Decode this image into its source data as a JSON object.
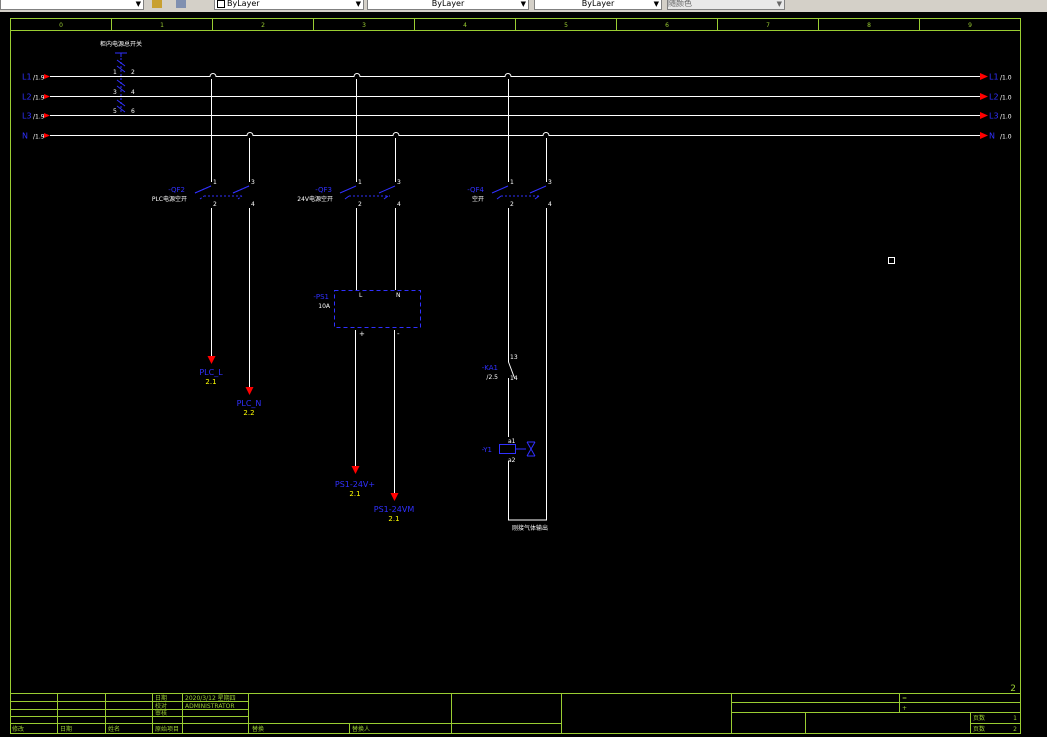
{
  "toolbar": {
    "layer1": "ByLayer",
    "layer2": "ByLayer",
    "layer3": "ByLayer",
    "color_combo": "随颜色"
  },
  "frame": {
    "columns": [
      "0",
      "1",
      "2",
      "3",
      "4",
      "5",
      "6",
      "7",
      "8",
      "9"
    ],
    "page_number": "2"
  },
  "buses": [
    {
      "label": "L1",
      "ref_left": "/1.9",
      "ref_right": "/1.0"
    },
    {
      "label": "L2",
      "ref_left": "/1.9",
      "ref_right": "/1.0"
    },
    {
      "label": "L3",
      "ref_left": "/1.9",
      "ref_right": "/1.0"
    },
    {
      "label": "N",
      "ref_left": "/1.9",
      "ref_right": "/1.0"
    }
  ],
  "main_switch": {
    "title": "柜内电源总开关",
    "pins": [
      "1",
      "2",
      "3",
      "4",
      "5",
      "6"
    ]
  },
  "breakers": [
    {
      "tag": "-QF2",
      "desc": "PLC电源空开",
      "pins": [
        "1",
        "2",
        "3",
        "4"
      ]
    },
    {
      "tag": "-QF3",
      "desc": "24V电源空开",
      "pins": [
        "1",
        "2",
        "3",
        "4"
      ]
    },
    {
      "tag": "-QF4",
      "desc": "空开",
      "pins": [
        "1",
        "2",
        "3",
        "4"
      ]
    }
  ],
  "psu": {
    "tag": "-PS1",
    "rating": "10A",
    "in_l": "L",
    "in_n": "N",
    "out_plus": "+",
    "out_minus": "-"
  },
  "outputs": [
    {
      "label": "PLC_L",
      "ref": "2.1"
    },
    {
      "label": "PLC_N",
      "ref": "2.2"
    },
    {
      "label": "PS1-24V+",
      "ref": "2.1"
    },
    {
      "label": "PS1-24VM",
      "ref": "2.1"
    }
  ],
  "contact": {
    "tag": "-KA1",
    "ref": "/2.5",
    "pin_top": "13",
    "pin_bottom": "14"
  },
  "valve": {
    "tag": "-Y1",
    "pin1": "a1",
    "pin2": "a2",
    "note": "刚接气体输出"
  },
  "title_block": {
    "row1_label": "日期",
    "row1_value": "2020/3/12 星期四",
    "row2_label": "校对",
    "row2_value": "ADMINISTRATOR",
    "row3_label": "审核",
    "col_revision": "修改",
    "col_date": "日期",
    "col_name": "姓名",
    "col_orig": "原始项目",
    "col_replace": "替换",
    "col_replaced_by": "替换人",
    "eq": "=",
    "plus": "+",
    "page_label": "页数",
    "page_value": "1",
    "pages_label": "页数",
    "pages_value": "2"
  },
  "colors": {
    "frame": "#9acd32",
    "wire": "#ffffff",
    "device_text": "#3030ff",
    "ref_text": "#ffff00",
    "arrow": "#ff0000",
    "background": "#000000"
  }
}
